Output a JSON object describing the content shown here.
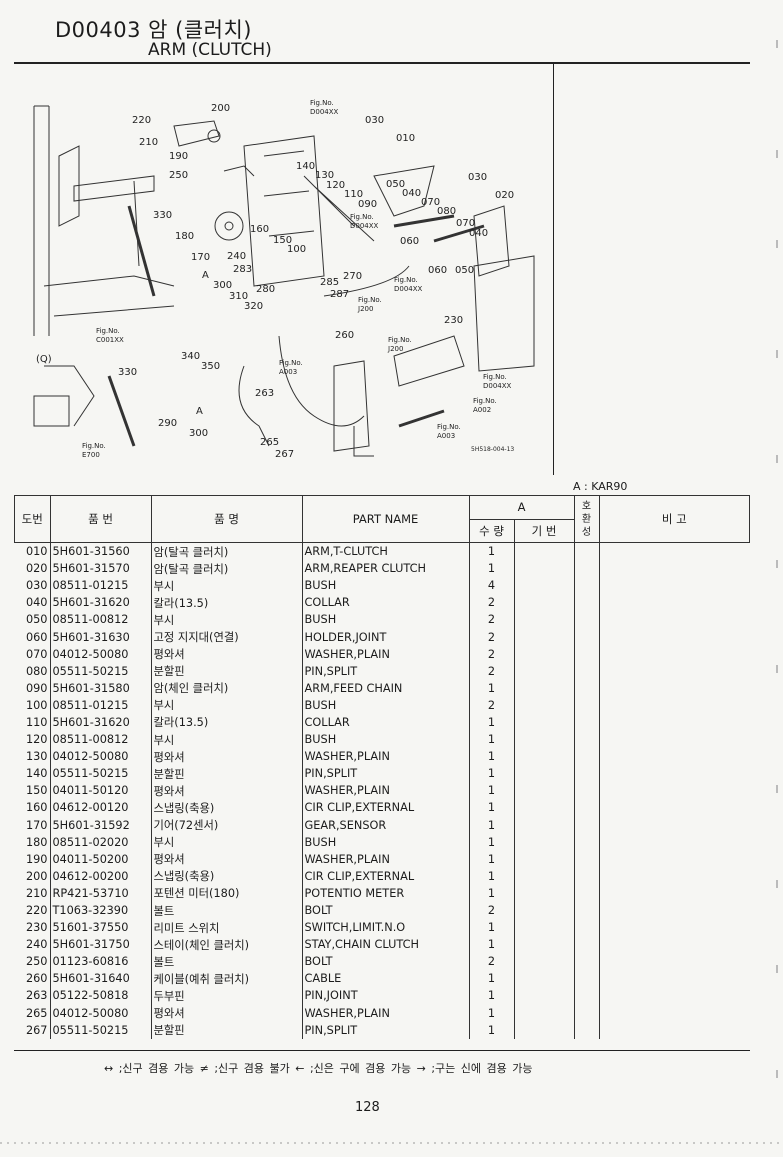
{
  "header": {
    "code_title": "D00403 암 (클러치)",
    "subtitle": "ARM (CLUTCH)"
  },
  "diagram": {
    "callouts": [
      "220",
      "200",
      "210",
      "190",
      "250",
      "330",
      "180",
      "170",
      "240",
      "283",
      "280",
      "300",
      "310",
      "320",
      "A",
      "Fig.No.",
      "C001XX",
      "(Q)",
      "330",
      "340",
      "350",
      "Fig.No.",
      "E700",
      "290",
      "A",
      "300",
      "263",
      "265",
      "267",
      "Fig.No.",
      "A003",
      "Fig.No.",
      "D004XX",
      "030",
      "010",
      "140",
      "130",
      "120",
      "110",
      "090",
      "050",
      "040",
      "070",
      "080",
      "030",
      "020",
      "070",
      "040",
      "Fig.No.",
      "D004XX",
      "160",
      "150",
      "100",
      "060",
      "060",
      "050",
      "285",
      "287",
      "270",
      "Fig.No.",
      "D004XX",
      "Fig.No.",
      "J200",
      "230",
      "260",
      "Fig.No.",
      "J200",
      "Fig.No.",
      "D004XX",
      "Fig.No.",
      "A002",
      "Fig.No.",
      "A003",
      "5H518-004-13"
    ],
    "note": ""
  },
  "model_label": "A : KAR90",
  "table": {
    "headers": {
      "no": "도번",
      "part_no": "품  번",
      "name_ko": "품          명",
      "name_en": "PART  NAME",
      "group_a": "A",
      "qty": "수 량",
      "basic": "기 번",
      "compat": "호\n환\n성",
      "remarks": "비          고"
    },
    "rows": [
      {
        "no": "010",
        "pn": "5H601-31560",
        "ko": "암(탈곡 클러치)",
        "en": "ARM,T-CLUTCH",
        "q": "1"
      },
      {
        "no": "020",
        "pn": "5H601-31570",
        "ko": "암(탈곡 클러치)",
        "en": "ARM,REAPER CLUTCH",
        "q": "1"
      },
      {
        "no": "030",
        "pn": "08511-01215",
        "ko": "부시",
        "en": "BUSH",
        "q": "4"
      },
      {
        "no": "040",
        "pn": "5H601-31620",
        "ko": "칼라(13.5)",
        "en": "COLLAR",
        "q": "2"
      },
      {
        "no": "050",
        "pn": "08511-00812",
        "ko": "부시",
        "en": "BUSH",
        "q": "2"
      },
      {
        "no": "060",
        "pn": "5H601-31630",
        "ko": "고정 지지대(연결)",
        "en": "HOLDER,JOINT",
        "q": "2"
      },
      {
        "no": "070",
        "pn": "04012-50080",
        "ko": "평와셔",
        "en": "WASHER,PLAIN",
        "q": "2"
      },
      {
        "no": "080",
        "pn": "05511-50215",
        "ko": "분할핀",
        "en": "PIN,SPLIT",
        "q": "2"
      },
      {
        "no": "090",
        "pn": "5H601-31580",
        "ko": "암(체인 클러치)",
        "en": "ARM,FEED CHAIN",
        "q": "1"
      },
      {
        "no": "100",
        "pn": "08511-01215",
        "ko": "부시",
        "en": "BUSH",
        "q": "2"
      },
      {
        "no": "110",
        "pn": "5H601-31620",
        "ko": "칼라(13.5)",
        "en": "COLLAR",
        "q": "1"
      },
      {
        "no": "120",
        "pn": "08511-00812",
        "ko": "부시",
        "en": "BUSH",
        "q": "1"
      },
      {
        "no": "130",
        "pn": "04012-50080",
        "ko": "평와셔",
        "en": "WASHER,PLAIN",
        "q": "1"
      },
      {
        "no": "140",
        "pn": "05511-50215",
        "ko": "분할핀",
        "en": "PIN,SPLIT",
        "q": "1"
      },
      {
        "no": "150",
        "pn": "04011-50120",
        "ko": "평와셔",
        "en": "WASHER,PLAIN",
        "q": "1"
      },
      {
        "no": "160",
        "pn": "04612-00120",
        "ko": "스냅링(축용)",
        "en": "CIR CLIP,EXTERNAL",
        "q": "1"
      },
      {
        "no": "170",
        "pn": "5H601-31592",
        "ko": "기어(72센서)",
        "en": "GEAR,SENSOR",
        "q": "1"
      },
      {
        "no": "180",
        "pn": "08511-02020",
        "ko": "부시",
        "en": "BUSH",
        "q": "1"
      },
      {
        "no": "190",
        "pn": "04011-50200",
        "ko": "평와셔",
        "en": "WASHER,PLAIN",
        "q": "1"
      },
      {
        "no": "200",
        "pn": "04612-00200",
        "ko": "스냅링(축용)",
        "en": "CIR CLIP,EXTERNAL",
        "q": "1"
      },
      {
        "no": "210",
        "pn": "RP421-53710",
        "ko": "포텐션 미터(180)",
        "en": "POTENTIO METER",
        "q": "1"
      },
      {
        "no": "220",
        "pn": "T1063-32390",
        "ko": "볼트",
        "en": "BOLT",
        "q": "2"
      },
      {
        "no": "230",
        "pn": "51601-37550",
        "ko": "리미트 스위치",
        "en": "SWITCH,LIMIT.N.O",
        "q": "1"
      },
      {
        "no": "240",
        "pn": "5H601-31750",
        "ko": "스테이(체인 클러치)",
        "en": "STAY,CHAIN CLUTCH",
        "q": "1"
      },
      {
        "no": "250",
        "pn": "01123-60816",
        "ko": "볼트",
        "en": "BOLT",
        "q": "2"
      },
      {
        "no": "260",
        "pn": "5H601-31640",
        "ko": "케이블(예취 클러치)",
        "en": "CABLE",
        "q": "1"
      },
      {
        "no": "263",
        "pn": "05122-50818",
        "ko": "두부핀",
        "en": "PIN,JOINT",
        "q": "1"
      },
      {
        "no": "265",
        "pn": "04012-50080",
        "ko": "평와셔",
        "en": "WASHER,PLAIN",
        "q": "1"
      },
      {
        "no": "267",
        "pn": "05511-50215",
        "ko": "분할핀",
        "en": "PIN,SPLIT",
        "q": "1"
      }
    ]
  },
  "legend": "↔ ;신구 겸용 가능    ≠ ;신구 겸용 불가    ← ;신은 구에 겸용 가능    → ;구는 신에 겸용 가능",
  "page_number": "128"
}
